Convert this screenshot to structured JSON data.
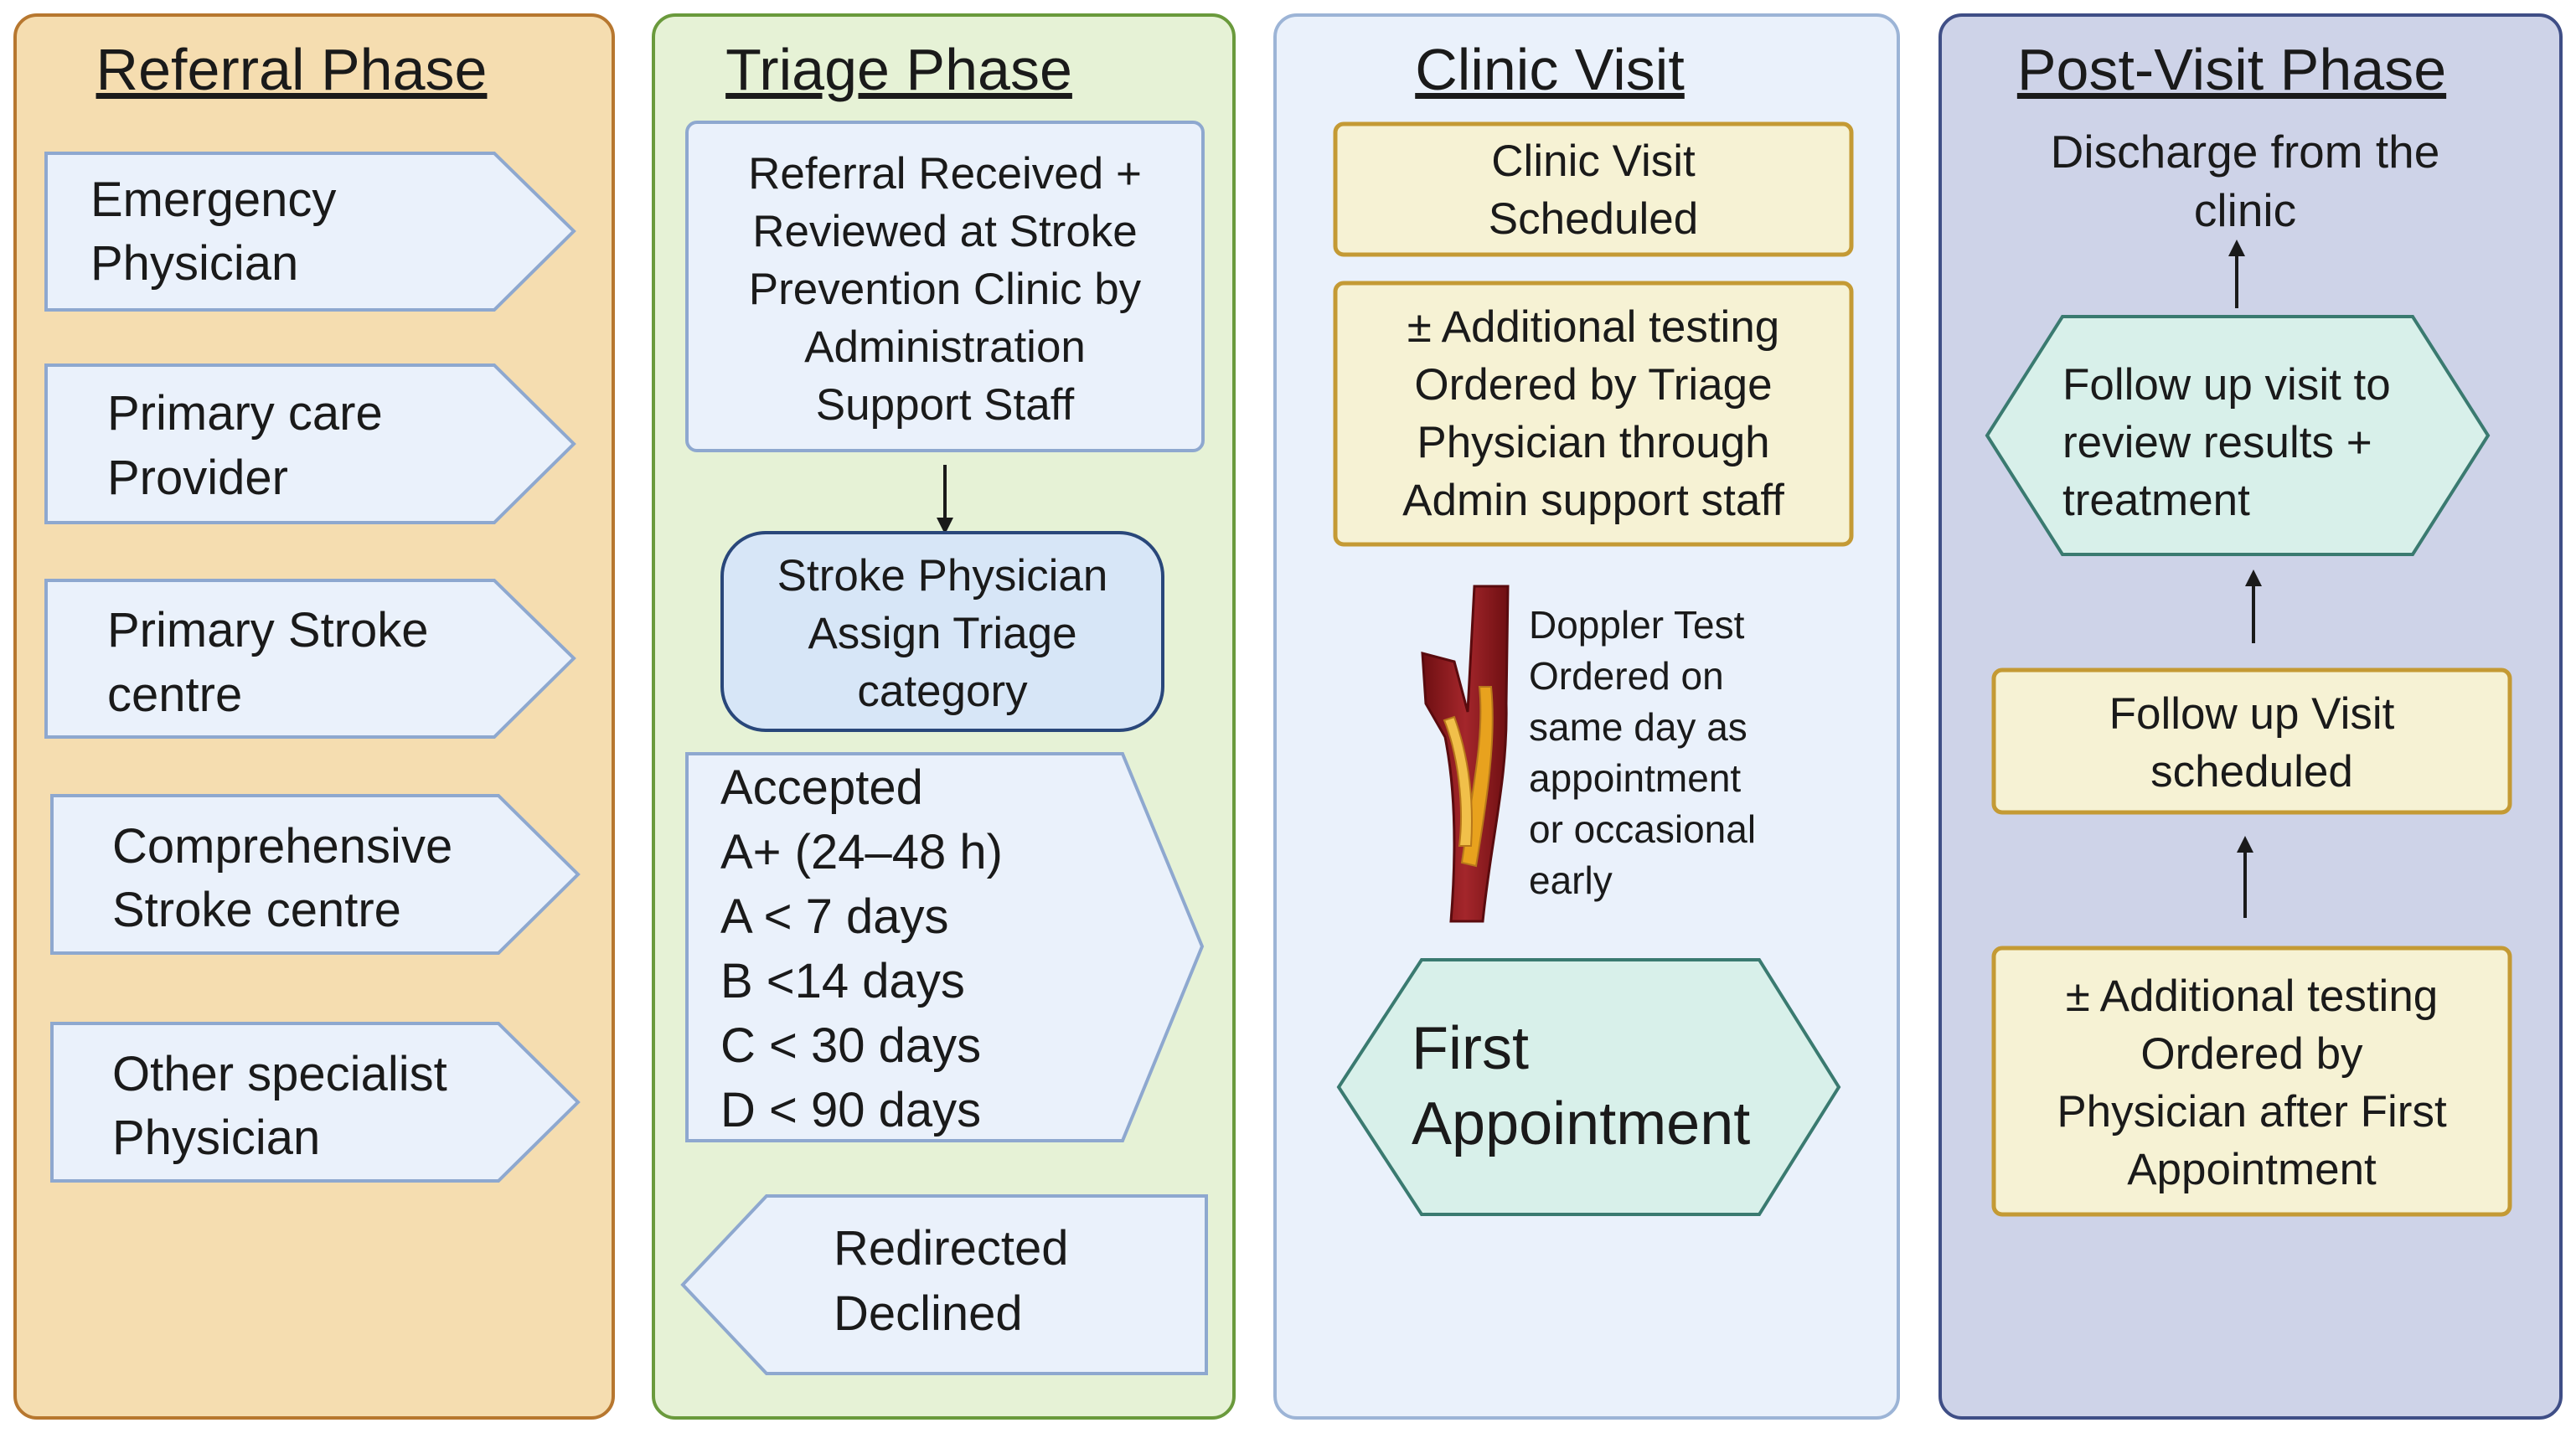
{
  "colors": {
    "referral_phase_fill": "#f5ddb0",
    "triage_phase_fill": "#e6f2d6",
    "clinic_visit_fill": "#eaf1fb",
    "post_visit_fill": "#ced3e8",
    "source_box_fill": "#eaf1fb",
    "scheduled_box_fill": "#f6f2d4",
    "appointment_hex_fill": "#d8f0ea",
    "outline_blue": "#8ea8cf",
    "outline_gold": "#c49a34",
    "outline_teal": "#3a7a70"
  },
  "referral_phase": {
    "title": "Referral Phase",
    "sources": [
      {
        "lines": [
          "Emergency",
          "Physician"
        ]
      },
      {
        "lines": [
          "Primary care",
          "Provider"
        ]
      },
      {
        "lines": [
          "Primary Stroke",
          "centre"
        ]
      },
      {
        "lines": [
          "Comprehensive",
          "Stroke centre"
        ]
      },
      {
        "lines": [
          "Other specialist",
          "Physician"
        ]
      }
    ]
  },
  "triage_phase": {
    "title": "Triage Phase",
    "referral_received": {
      "lines": [
        "Referral Received +",
        "Reviewed at Stroke",
        "Prevention Clinic by",
        "Administration",
        "Support Staff"
      ]
    },
    "assign_triage": {
      "lines": [
        "Stroke Physician",
        "Assign Triage",
        "category"
      ]
    },
    "accepted": {
      "lines": [
        "Accepted",
        "A+ (24–48 h)",
        "A < 7 days",
        "B <14 days",
        "C < 30 days",
        "D < 90 days"
      ]
    },
    "redirected": {
      "lines": [
        "Redirected",
        "Declined"
      ]
    }
  },
  "clinic_visit": {
    "title": "Clinic Visit",
    "scheduled": {
      "lines": [
        "Clinic Visit",
        "Scheduled"
      ]
    },
    "additional_testing": {
      "lines": [
        "± Additional testing",
        "Ordered by Triage",
        "Physician through",
        "Admin support staff"
      ]
    },
    "doppler": {
      "lines": [
        "Doppler Test",
        "Ordered on",
        "same day as",
        "appointment",
        "or occasional",
        "early"
      ]
    },
    "doppler_icon": "carotid-artery-icon",
    "first_appointment": {
      "lines": [
        "First",
        "Appointment"
      ]
    }
  },
  "post_visit_phase": {
    "title": "Post-Visit Phase",
    "discharge": {
      "lines": [
        "Discharge from the",
        "clinic"
      ]
    },
    "follow_up_review": {
      "lines": [
        "Follow up visit to",
        "review results +",
        "treatment"
      ]
    },
    "follow_up_scheduled": {
      "lines": [
        "Follow up Visit",
        "scheduled"
      ]
    },
    "additional_testing": {
      "lines": [
        "± Additional testing",
        "Ordered by",
        "Physician after First",
        "Appointment"
      ]
    }
  }
}
